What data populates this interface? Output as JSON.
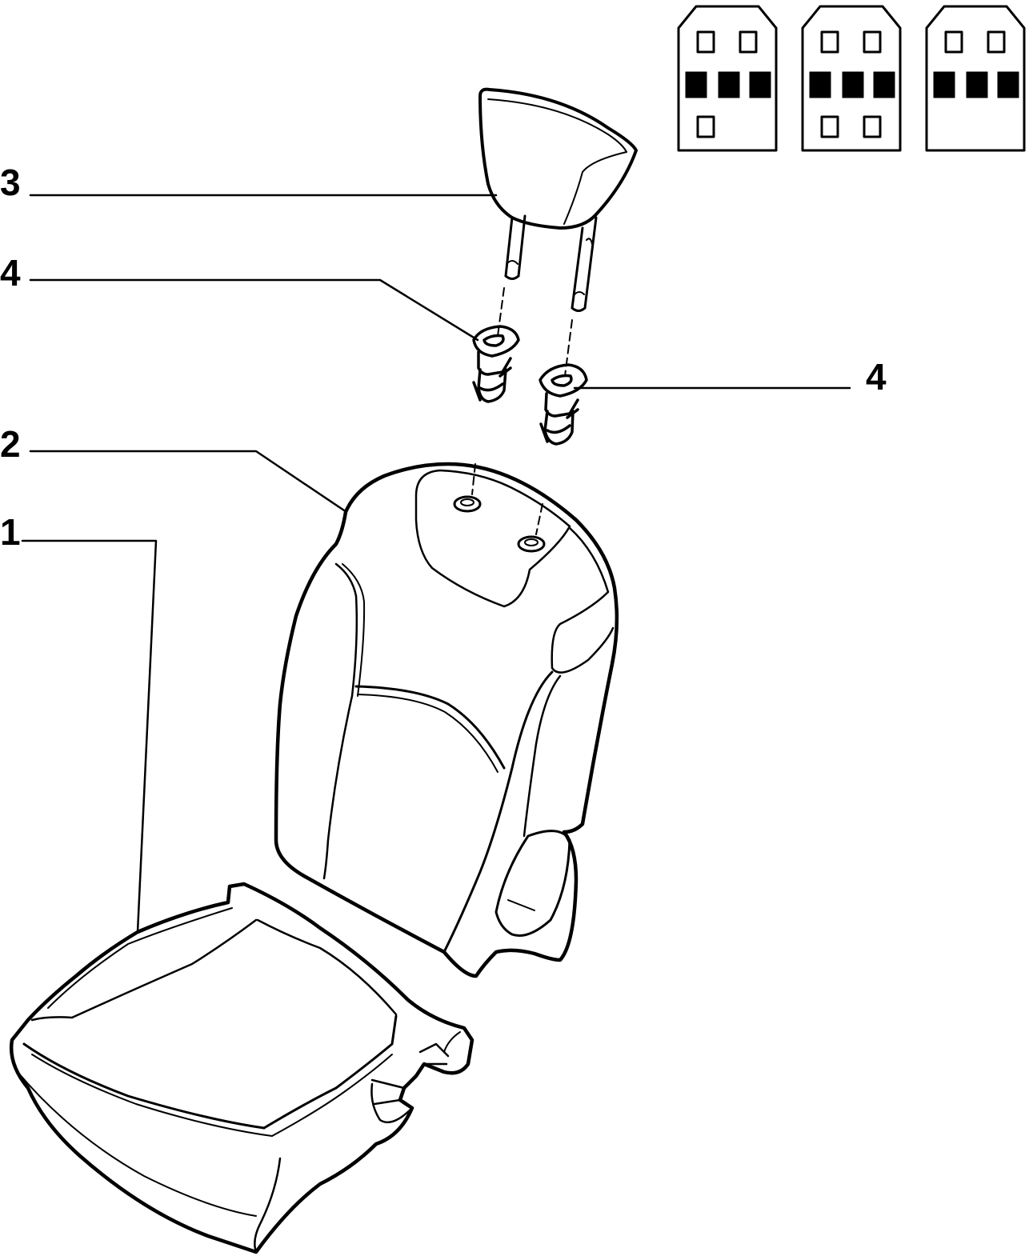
{
  "callouts": {
    "seat_cushion": "1",
    "backrest": "2",
    "headrest": "3",
    "headrest_guide_left": "4",
    "headrest_guide_right": "4"
  },
  "legend": {
    "icon_names": [
      "seat-layout-icon-a",
      "seat-layout-icon-b",
      "seat-layout-icon-c"
    ]
  }
}
